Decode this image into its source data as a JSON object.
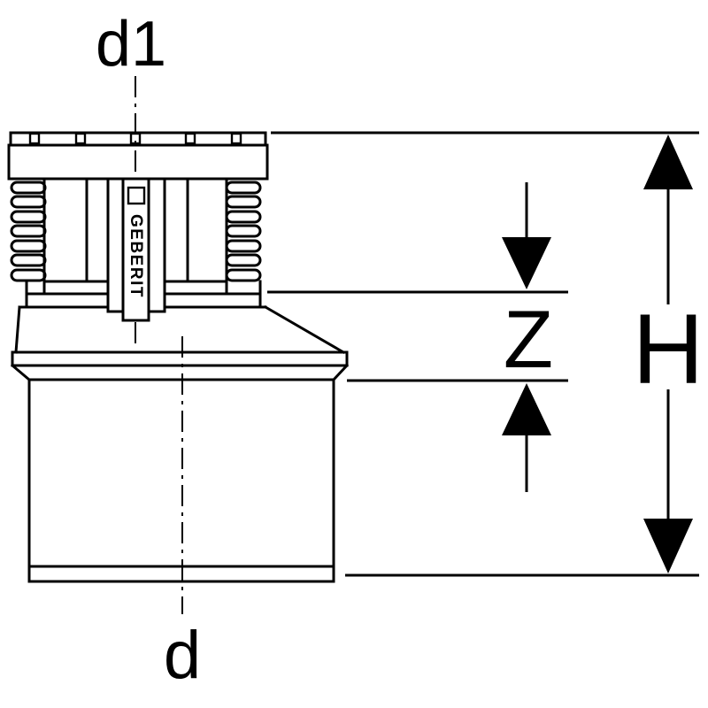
{
  "drawing": {
    "brand_marking": "GEBERIT",
    "labels": {
      "d1": "d1",
      "d": "d",
      "z": "Z",
      "h": "H"
    },
    "colors": {
      "line": "#000000",
      "background": "#ffffff"
    }
  }
}
